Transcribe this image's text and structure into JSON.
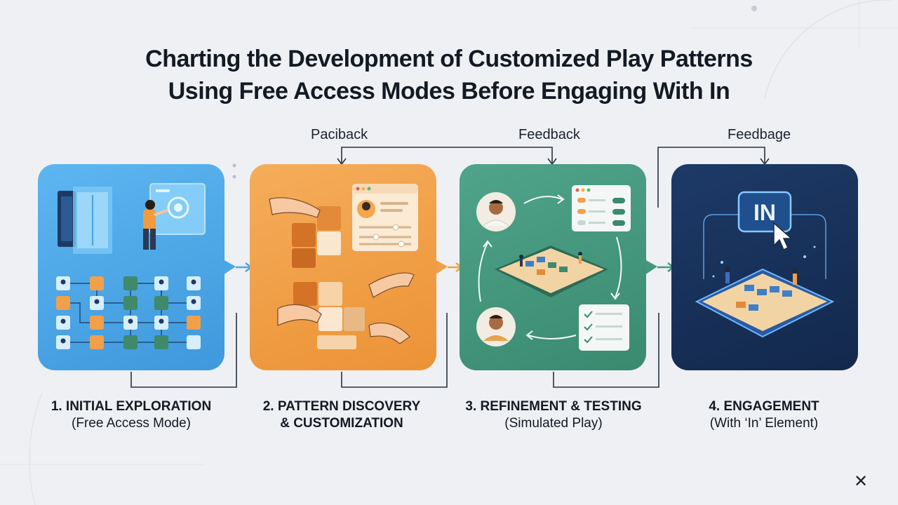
{
  "title": {
    "line1": "Charting the Development of Customized Play Patterns",
    "line2": "Using Free Access Modes Before Engaging With In"
  },
  "feedback_labels": [
    "Paciback",
    "Feedback",
    "Feedbage"
  ],
  "steps": [
    {
      "main": "1. INITIAL EXPLORATION",
      "sub": "(Free Access Mode)",
      "color": "#4aa7e8"
    },
    {
      "main": "2. PATTERN DISCOVERY",
      "sub": "& CUSTOMIZATION",
      "color": "#f0a04a"
    },
    {
      "main": "3. REFINEMENT & TESTING",
      "sub": "(Simulated Play)",
      "color": "#45987c"
    },
    {
      "main": "4. ENGAGEMENT",
      "sub": "(With ‘In’ Element)",
      "color": "#17305a"
    }
  ],
  "in_badge": "IN",
  "close_glyph": "✕"
}
